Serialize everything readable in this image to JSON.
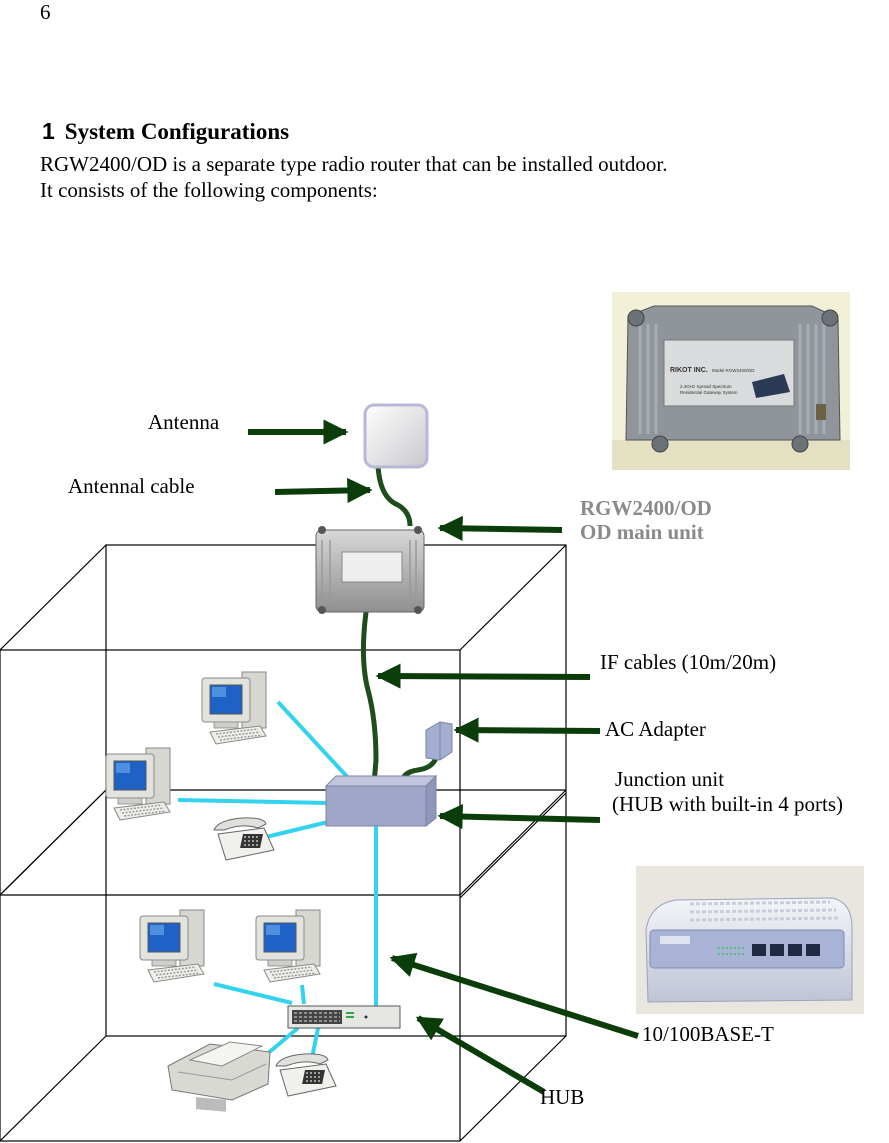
{
  "page": {
    "number": "6"
  },
  "section": {
    "number": "1",
    "title": "System Configurations",
    "intro_line_1": "RGW2400/OD is a separate type radio router that can be installed outdoor.",
    "intro_line_2": "It consists of the following components:"
  },
  "labels": {
    "antenna": "Antenna",
    "antenna_cable": "Antennal cable",
    "main_unit_model": "RGW2400/OD",
    "main_unit_desc": "OD main unit",
    "if_cables": "IF cables (10m/20m)",
    "ac_adapter": "AC Adapter",
    "junction_unit": "Junction unit",
    "junction_unit_desc": "(HUB with built-in 4 ports)",
    "base_t": "10/100BASE-T",
    "hub": "HUB"
  },
  "photo_main_unit": {
    "brand": "RIKOT INC.",
    "model": "Model RGW2400/OD",
    "line1": "2.4GHz Spread Spectrum",
    "line2": "Residential Gateway System"
  },
  "colors": {
    "arrow": "#0b3d0b",
    "lan_cable": "#33d3f0",
    "if_cable": "#1e4d1e",
    "label_gray": "#8a8a8a",
    "device_blue": "#9fa6c8"
  }
}
